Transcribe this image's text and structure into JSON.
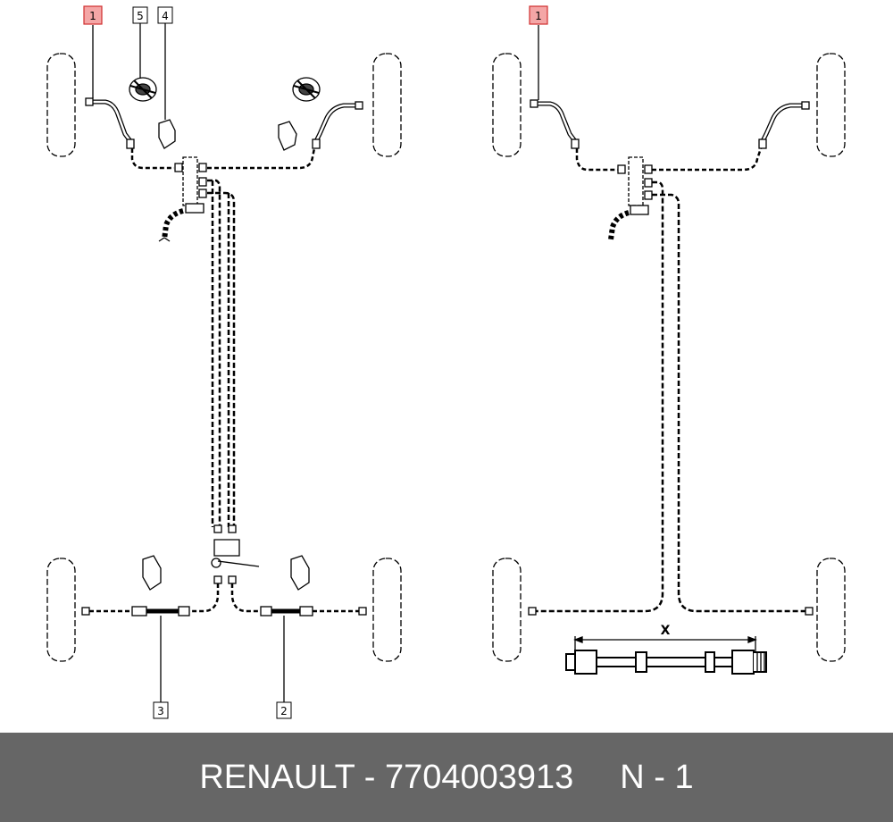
{
  "diagram": {
    "callouts": {
      "left_hose_front": "1",
      "right_hose_front": "1",
      "rear_right_hose": "2",
      "rear_left_hose": "3",
      "clip_bracket": "4",
      "grommet": "5"
    },
    "dimension_label": "X",
    "colors": {
      "line": "#000000",
      "highlight_fill": "#f4a6a6",
      "highlight_border": "#d03030",
      "footer_bg": "#666666"
    }
  },
  "footer": {
    "brand_part": "RENAULT - 7704003913",
    "sheet": "N - 1"
  }
}
